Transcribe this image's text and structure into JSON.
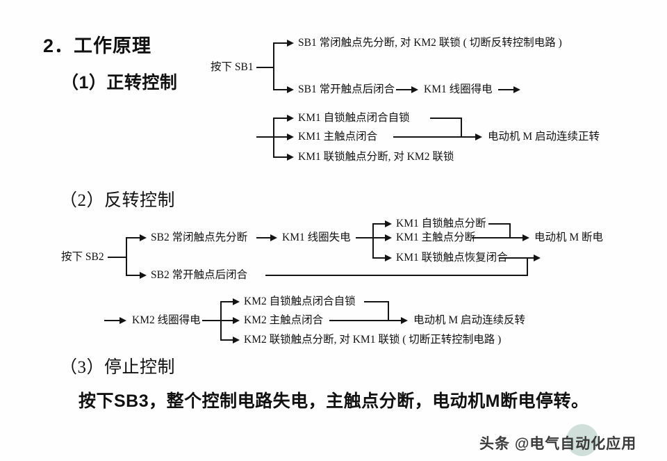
{
  "document": {
    "section_number": "2．",
    "section_title": "工作原理",
    "subsections": [
      {
        "label": "（1）正转控制"
      },
      {
        "label": "（2）反转控制"
      },
      {
        "label": "（3）停止控制"
      }
    ],
    "stop_statement": "按下SB3，整个控制电路失电，主触点分断，电动机M断电停转。"
  },
  "forward_diagram": {
    "source": "按下 SB1",
    "branch_top": "SB1 常闭触点先分断, 对 KM2 联锁 ( 切断反转控制电路 )",
    "branch_bottom": "SB1 常开触点后闭合",
    "coil": "KM1 线圈得电",
    "results": [
      "KM1 自锁触点闭合自锁",
      "KM1 主触点闭合",
      "KM1 联锁触点分断, 对 KM2 联锁"
    ],
    "outcome": "电动机 M 启动连续正转"
  },
  "reverse_diagram": {
    "source": "按下 SB2",
    "branch_top": "SB2 常闭触点先分断",
    "branch_bottom": "SB2 常开触点后闭合",
    "coil_release": "KM1 线圈失电",
    "release_results": [
      "KM1 自锁触点分断",
      "KM1 主触点分断",
      "KM1 联锁触点恢复闭合"
    ],
    "release_outcome": "电动机 M 断电",
    "coil_energize": "KM2 线圈得电",
    "energize_results": [
      "KM2 自锁触点闭合自锁",
      "KM2 主触点闭合",
      "KM2 联锁触点分断, 对 KM1 联锁 ( 切断正转控制电路 )"
    ],
    "energize_outcome": "电动机 M 启动连续反转"
  },
  "watermark": {
    "text": "头条 @电气自动化应用"
  },
  "colors": {
    "ink": "#141414",
    "background": "#fefefe",
    "watermark_logo": "#a9c4bb"
  }
}
